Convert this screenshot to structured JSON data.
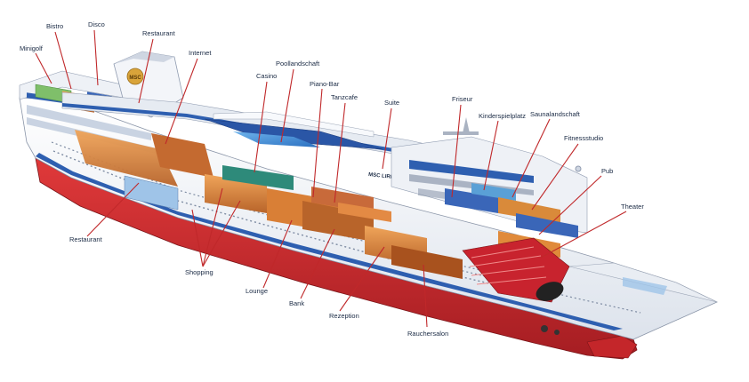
{
  "labels": {
    "minigolf": "Minigolf",
    "bistro": "Bistro",
    "disco": "Disco",
    "restaurant_top": "Restaurant",
    "internet": "Internet",
    "poollandschaft": "Poollandschaft",
    "casino": "Casino",
    "piano_bar": "Piano-Bar",
    "tanzcafe": "Tanzcafe",
    "suite": "Suite",
    "friseur": "Friseur",
    "kinderspielplatz": "Kinderspielplatz",
    "saunalandschaft": "Saunalandschaft",
    "fitnessstudio": "Fitnessstudio",
    "pub": "Pub",
    "theater": "Theater",
    "restaurant_bottom": "Restaurant",
    "shopping": "Shopping",
    "lounge": "Lounge",
    "bank": "Bank",
    "rezeption": "Rezeption",
    "rauchersalon": "Rauchersalon"
  },
  "ship": {
    "name": "MSC LIRICA",
    "funnel_logo": "MSC"
  },
  "colors": {
    "hull_white": "#f4f6f9",
    "hull_red": "#d42a2c",
    "deck_blue": "#2e5fb0",
    "pool_blue": "#3f8fd6",
    "interior_orange": "#e08a3a",
    "theater_red": "#c8232e",
    "leader_red": "#c0282a",
    "label_text": "#1a2a44"
  }
}
